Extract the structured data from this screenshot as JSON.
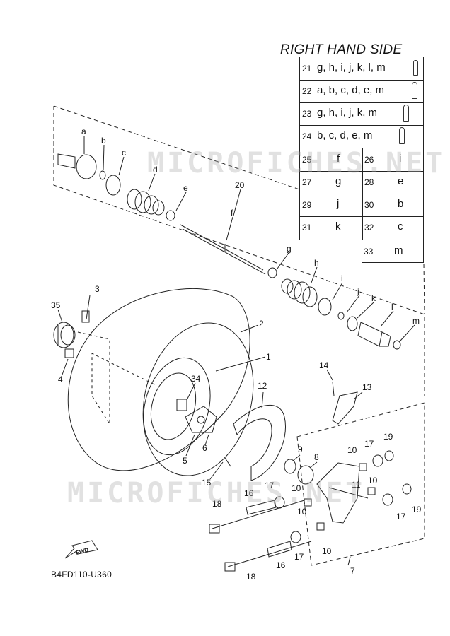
{
  "title": "RIGHT HAND SIDE",
  "diagram_code": "B4FD110-U360",
  "watermark": "MICROFICHES.NET",
  "fwd_label": "FWD",
  "kit_table": [
    {
      "num": "21",
      "letters": "g, h, i, j, k, l, m"
    },
    {
      "num": "22",
      "letters": "a, b, c, d, e, m"
    },
    {
      "num": "23",
      "letters": "g, h, i, j, k, m"
    },
    {
      "num": "24",
      "letters": "b, c, d, e, m"
    }
  ],
  "pair_table": [
    {
      "num1": "25",
      "l1": "f",
      "num2": "26",
      "l2": "i"
    },
    {
      "num1": "27",
      "l1": "g",
      "num2": "28",
      "l2": "e"
    },
    {
      "num1": "29",
      "l1": "j",
      "num2": "30",
      "l2": "b"
    },
    {
      "num1": "31",
      "l1": "k",
      "num2": "32",
      "l2": "c"
    }
  ],
  "last_row": {
    "num": "33",
    "letter": "m"
  },
  "callouts": {
    "a": "a",
    "b": "b",
    "c": "c",
    "d": "d",
    "e": "e",
    "f": "f",
    "g": "g",
    "h": "h",
    "i": "i",
    "j": "j",
    "k": "k",
    "l": "l",
    "m": "m",
    "n1": "1",
    "n2": "2",
    "n3": "3",
    "n4": "4",
    "n5": "5",
    "n6": "6",
    "n7": "7",
    "n8": "8",
    "n9": "9",
    "n10a": "10",
    "n10b": "10",
    "n10c": "10",
    "n10d": "10",
    "n11": "11",
    "n12": "12",
    "n13": "13",
    "n14": "14",
    "n15": "15",
    "n16a": "16",
    "n16b": "16",
    "n17a": "17",
    "n17b": "17",
    "n17c": "17",
    "n17d": "17",
    "n18a": "18",
    "n18b": "18",
    "n19a": "19",
    "n19b": "19",
    "n20": "20",
    "n34": "34",
    "n35": "35"
  }
}
